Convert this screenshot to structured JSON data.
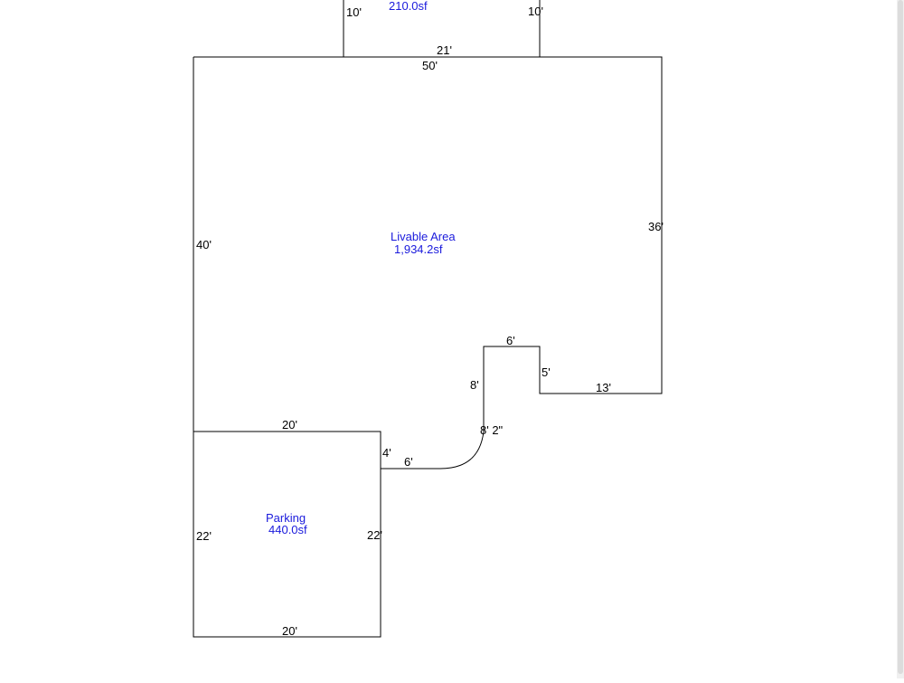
{
  "colors": {
    "line": "#000000",
    "area_label": "#1a1adc"
  },
  "areas": {
    "top": {
      "value": "210.0sf"
    },
    "livable": {
      "name": "Livable Area",
      "value": "1,934.2sf"
    },
    "parking": {
      "name": "Parking",
      "value": "440.0sf"
    }
  },
  "dimensions": {
    "top_left": "10'",
    "top_right": "10'",
    "top_width": "21'",
    "main_top": "50'",
    "main_left": "40'",
    "main_right": "36'",
    "notch_top": "6'",
    "notch_left": "8'",
    "notch_right": "5'",
    "notch_bottom": "13'",
    "arc": "8' 2\"",
    "parking_top": "20'",
    "parking_conn_vertical": "4'",
    "parking_conn_horizontal": "6'",
    "parking_left": "22'",
    "parking_right": "22'",
    "parking_bottom": "20'"
  }
}
